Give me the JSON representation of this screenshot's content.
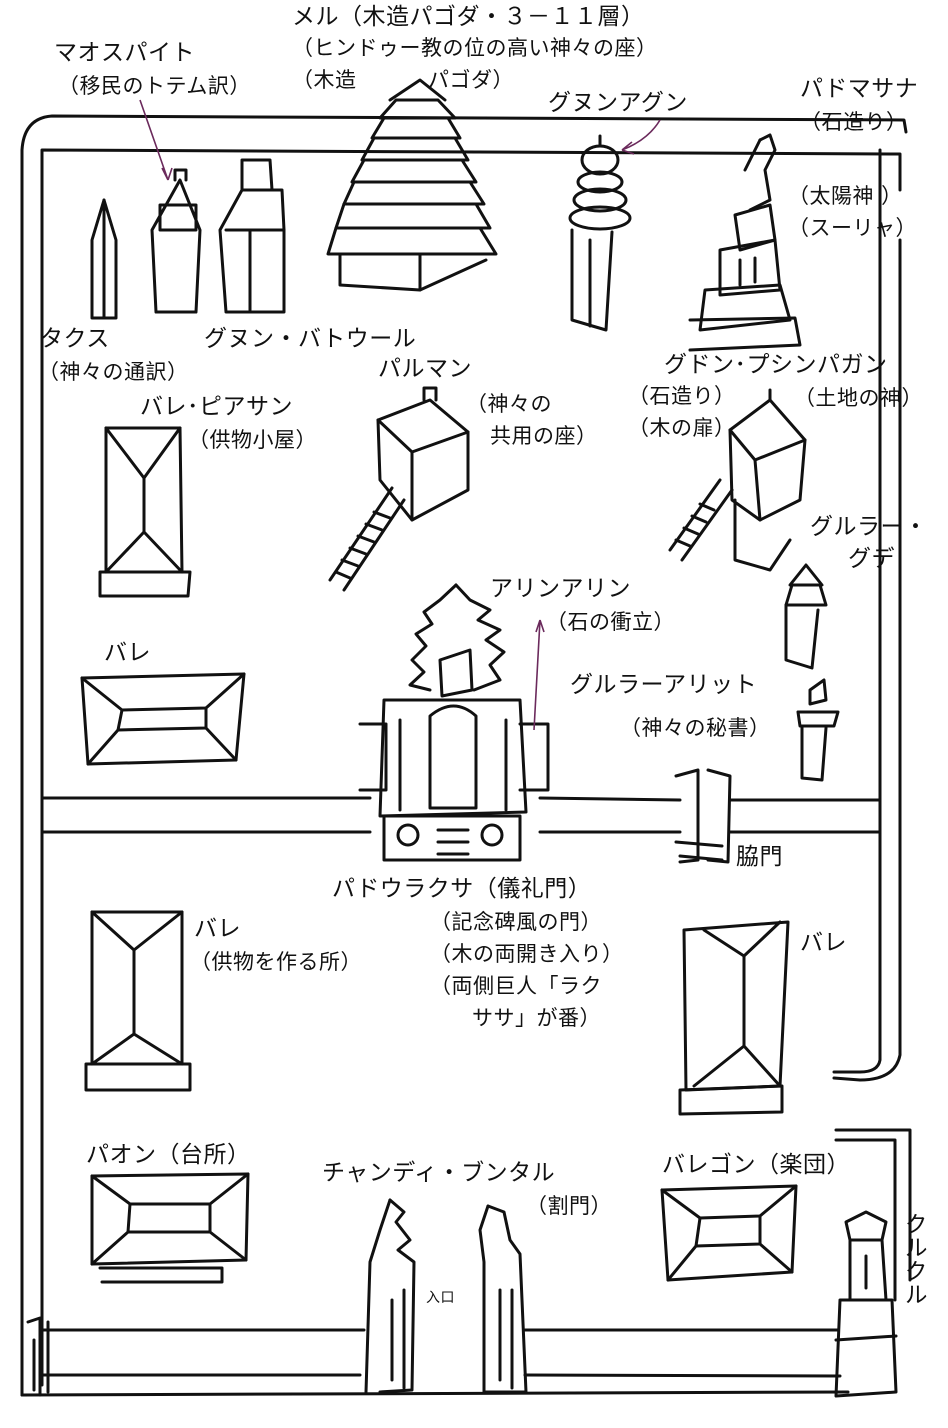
{
  "labels": {
    "meru": "メル（木造パゴダ・３－１１層）",
    "meru_desc": "（ヒンドゥー教の位の高い神々の座）",
    "meru_mokuzo": "（木造",
    "meru_pagoda": "パゴダ）",
    "maospaito": "マオスパイト",
    "maospaito_desc": "（移民のトテム訳）",
    "gunung_agung": "グヌンアグン",
    "padmasana": "パドマサナ",
    "padmasana_desc": "（石造り）",
    "surya_1": "（太陽神 ）",
    "surya_2": "（スーリャ）",
    "taksu": "タクス",
    "taksu_desc": "（神々の通訳）",
    "gunung_batur": "グヌン・バトウール",
    "bale_piasan": "バレ･ピアサン",
    "bale_piasan_desc": "（供物小屋）",
    "paruman": "パルマン",
    "paruman_desc_1": "（神々の",
    "paruman_desc_2": "共用の座）",
    "gedong_pesimpangan": "グドン･プシンパガン",
    "gedong_desc_1": "（石造り）",
    "gedong_desc_2": "（木の扉）",
    "tanah_god": "（土地の神）",
    "ngurah_gede_1": "グルラー・",
    "ngurah_gede_2": "グデ",
    "aling_aling": "アリンアリン",
    "aling_desc": "（石の衝立）",
    "bale_mid": "バレ",
    "ngurah_alit": "グルラーアリット",
    "ngurah_alit_desc": "（神々の秘書）",
    "side_gate": "脇門",
    "paduraksa": "パドウラクサ（儀礼門）",
    "paduraksa_d1": "（記念碑風の門）",
    "paduraksa_d2": "（木の両開き入り）",
    "paduraksa_d3": "（両側巨人「ラク",
    "paduraksa_d4": "ササ」が番）",
    "bale_left": "バレ",
    "bale_left_desc": "（供物を作る所）",
    "bale_right": "バレ",
    "paon": "パオン（台所）",
    "candi_bentar": "チャンディ・ブンタル",
    "candi_desc": "（割門）",
    "entrance": "入口",
    "bale_gong": "バレゴン（楽団）",
    "kulkul": "クルクル"
  }
}
